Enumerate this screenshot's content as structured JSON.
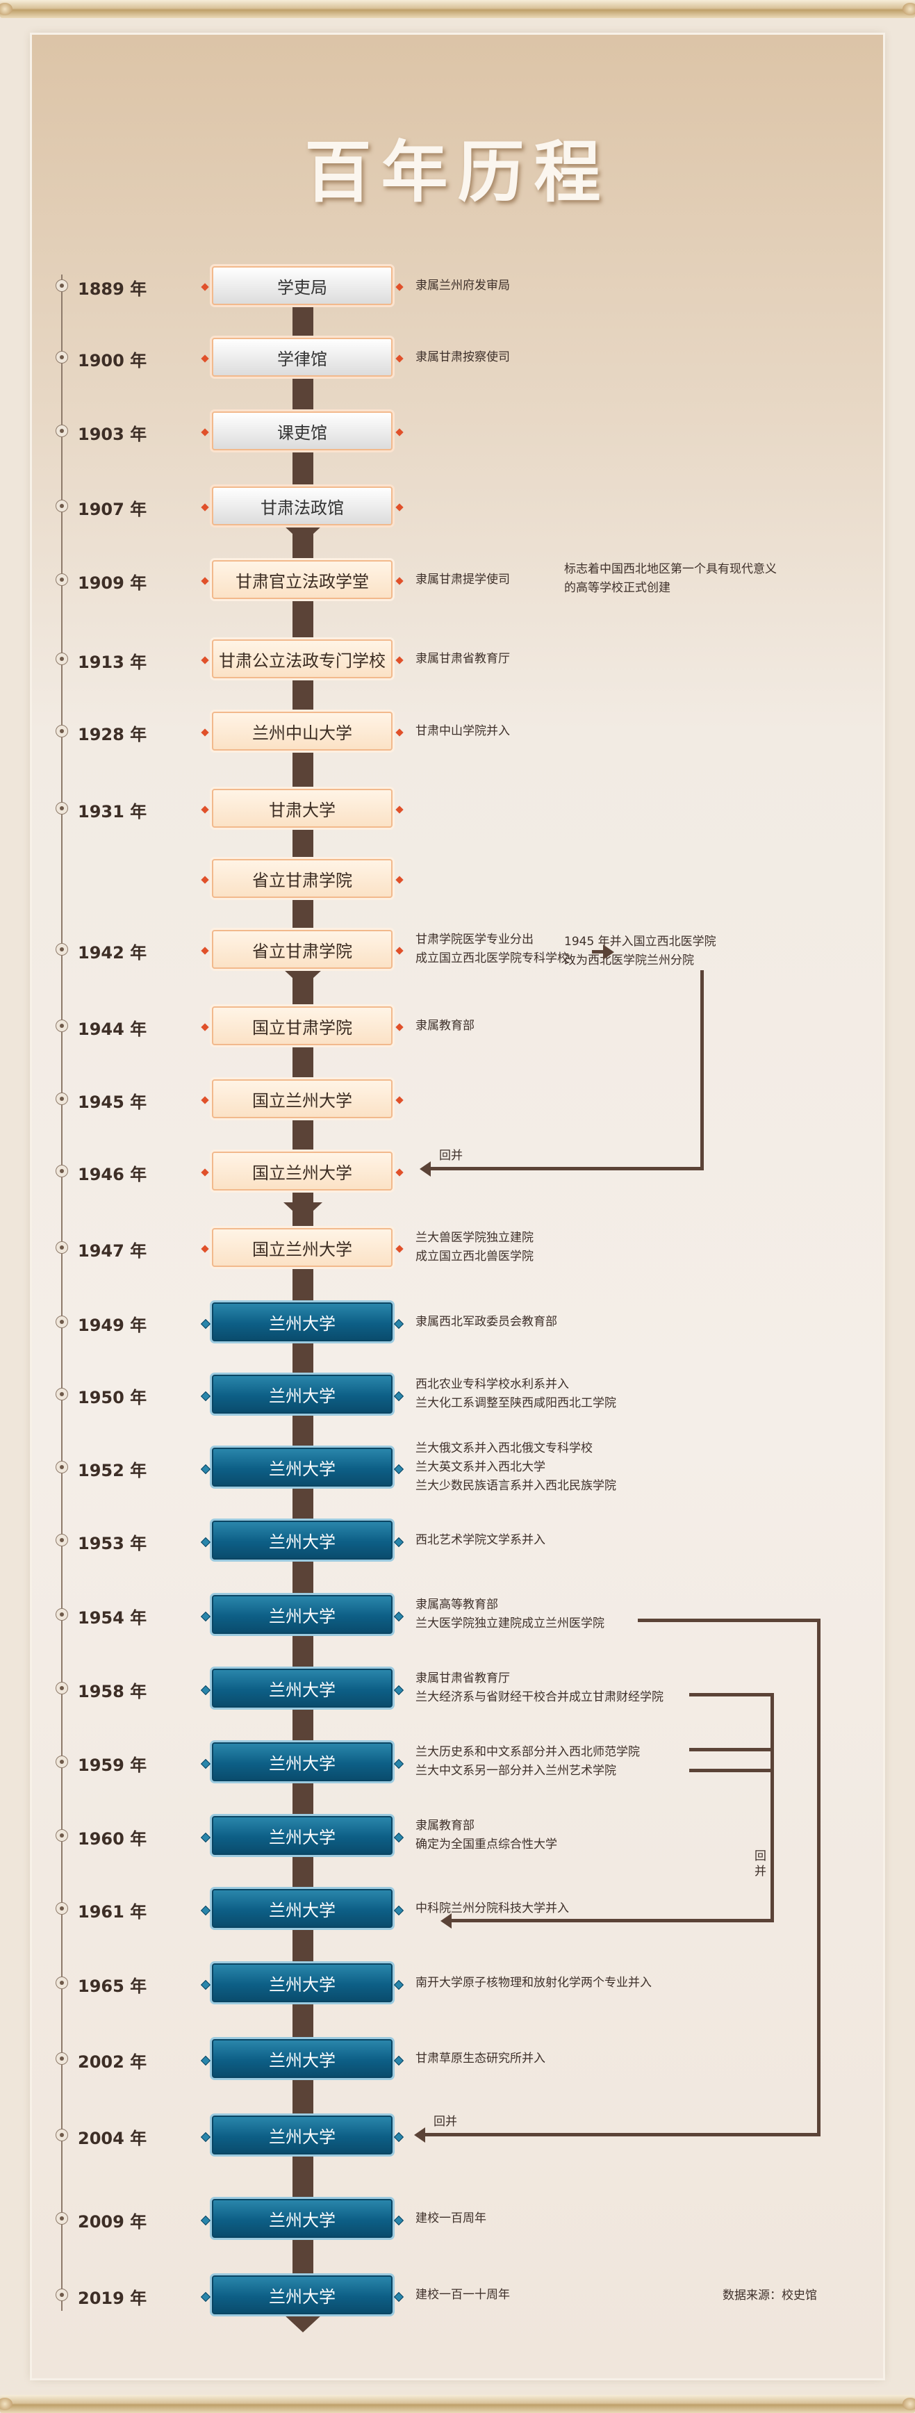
{
  "title": "百年历程",
  "source": "数据来源：校史馆",
  "merge_label": "回并",
  "entries": [
    {
      "year": "1889 年",
      "name": "学吏局",
      "style": "grey",
      "notes": [
        "隶属兰州府发审局"
      ]
    },
    {
      "year": "1900 年",
      "name": "学律馆",
      "style": "grey",
      "notes": [
        "隶属甘肃按察使司"
      ]
    },
    {
      "year": "1903 年",
      "name": "课吏馆",
      "style": "grey",
      "notes": []
    },
    {
      "year": "1907 年",
      "name": "甘肃法政馆",
      "style": "grey",
      "notes": []
    },
    {
      "year": "1909 年",
      "name": "甘肃官立法政学堂",
      "style": "beige",
      "notes": [
        "隶属甘肃提学使司"
      ],
      "extra": [
        "标志着中国西北地区第一个具有现代意义",
        "的高等学校正式创建"
      ]
    },
    {
      "year": "1913 年",
      "name": "甘肃公立法政专门学校",
      "style": "beige",
      "notes": [
        "隶属甘肃省教育厅"
      ]
    },
    {
      "year": "1928 年",
      "name": "兰州中山大学",
      "style": "beige",
      "notes": [
        "甘肃中山学院并入"
      ]
    },
    {
      "year": "1931 年",
      "name": "甘肃大学",
      "style": "beige",
      "notes": []
    },
    {
      "year": "",
      "name": "省立甘肃学院",
      "style": "beige",
      "notes": []
    },
    {
      "year": "1942 年",
      "name": "省立甘肃学院",
      "style": "beige",
      "notes": [
        "甘肃学院医学专业分出",
        "成立国立西北医学院专科学校"
      ],
      "extra": [
        "1945 年并入国立西北医学院",
        "改为西北医学院兰州分院"
      ]
    },
    {
      "year": "1944 年",
      "name": "国立甘肃学院",
      "style": "beige",
      "notes": [
        "隶属教育部"
      ]
    },
    {
      "year": "1945 年",
      "name": "国立兰州大学",
      "style": "beige",
      "notes": []
    },
    {
      "year": "1946 年",
      "name": "国立兰州大学",
      "style": "beige",
      "notes": []
    },
    {
      "year": "1947 年",
      "name": "国立兰州大学",
      "style": "beige",
      "notes": [
        "兰大兽医学院独立建院",
        "成立国立西北兽医学院"
      ]
    },
    {
      "year": "1949 年",
      "name": "兰州大学",
      "style": "blue",
      "notes": [
        "隶属西北军政委员会教育部"
      ]
    },
    {
      "year": "1950 年",
      "name": "兰州大学",
      "style": "blue",
      "notes": [
        "西北农业专科学校水利系并入",
        "兰大化工系调整至陕西咸阳西北工学院"
      ]
    },
    {
      "year": "1952 年",
      "name": "兰州大学",
      "style": "blue",
      "notes": [
        "兰大俄文系并入西北俄文专科学校",
        "兰大英文系并入西北大学",
        "兰大少数民族语言系并入西北民族学院"
      ]
    },
    {
      "year": "1953 年",
      "name": "兰州大学",
      "style": "blue",
      "notes": [
        "西北艺术学院文学系并入"
      ]
    },
    {
      "year": "1954 年",
      "name": "兰州大学",
      "style": "blue",
      "notes": [
        "隶属高等教育部",
        "兰大医学院独立建院成立兰州医学院"
      ]
    },
    {
      "year": "1958 年",
      "name": "兰州大学",
      "style": "blue",
      "notes": [
        "隶属甘肃省教育厅",
        "兰大经济系与省财经干校合并成立甘肃财经学院"
      ]
    },
    {
      "year": "1959 年",
      "name": "兰州大学",
      "style": "blue",
      "notes": [
        "兰大历史系和中文系部分并入西北师范学院",
        "兰大中文系另一部分并入兰州艺术学院"
      ]
    },
    {
      "year": "1960 年",
      "name": "兰州大学",
      "style": "blue",
      "notes": [
        "隶属教育部",
        "确定为全国重点综合性大学"
      ]
    },
    {
      "year": "1961 年",
      "name": "兰州大学",
      "style": "blue",
      "notes": [
        "中科院兰州分院科技大学并入"
      ]
    },
    {
      "year": "1965 年",
      "name": "兰州大学",
      "style": "blue",
      "notes": [
        "南开大学原子核物理和放射化学两个专业并入"
      ]
    },
    {
      "year": "2002 年",
      "name": "兰州大学",
      "style": "blue",
      "notes": [
        "甘肃草原生态研究所并入"
      ]
    },
    {
      "year": "2004 年",
      "name": "兰州大学",
      "style": "blue",
      "notes": []
    },
    {
      "year": "2009 年",
      "name": "兰州大学",
      "style": "blue",
      "notes": [
        "建校一百周年"
      ]
    },
    {
      "year": "2019 年",
      "name": "兰州大学",
      "style": "blue",
      "notes": [
        "建校一百一十周年"
      ]
    }
  ]
}
